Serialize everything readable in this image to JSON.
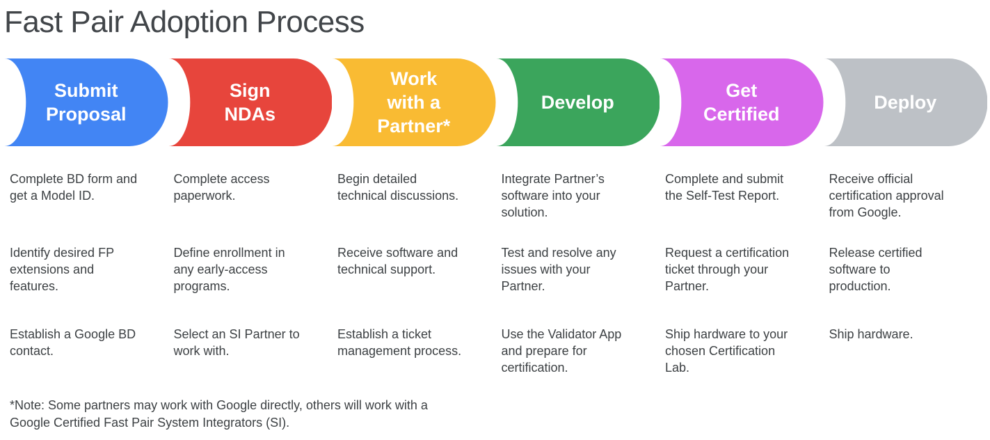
{
  "title": "Fast Pair Adoption Process",
  "stages": [
    {
      "label": "Submit\nProposal",
      "color": "#4285F4",
      "steps": [
        "Complete BD form and\nget a Model ID.",
        "Identify desired FP\nextensions and\nfeatures.",
        "Establish a Google BD\ncontact."
      ]
    },
    {
      "label": "Sign\nNDAs",
      "color": "#E7453C",
      "steps": [
        "Complete access\npaperwork.",
        "Define enrollment in\nany early-access\nprograms.",
        "Select an SI Partner to\nwork with."
      ]
    },
    {
      "label": "Work\nwith a\nPartner*",
      "color": "#F9BB33",
      "steps": [
        "Begin detailed\ntechnical discussions.",
        "Receive software and\ntechnical support.",
        "Establish a ticket\nmanagement process."
      ]
    },
    {
      "label": "Develop",
      "color": "#3BA55C",
      "steps": [
        "Integrate Partner’s\nsoftware into your\nsolution.",
        "Test and resolve any\nissues with your\nPartner.",
        "Use the Validator App\nand prepare for\ncertification."
      ]
    },
    {
      "label": "Get\nCertified",
      "color": "#D867EB",
      "steps": [
        "Complete and submit\nthe Self-Test Report.",
        "Request a certification\nticket through your\nPartner.",
        "Ship hardware to your\nchosen Certification\nLab."
      ]
    },
    {
      "label": "Deploy",
      "color": "#BDC1C6",
      "steps": [
        "Receive official\ncertification approval\nfrom Google.",
        "Release certified\nsoftware to\nproduction.",
        "Ship hardware."
      ]
    }
  ],
  "footnote": "*Note: Some partners may work with Google directly, others will work with a\nGoogle Certified Fast Pair System Integrators (SI)."
}
